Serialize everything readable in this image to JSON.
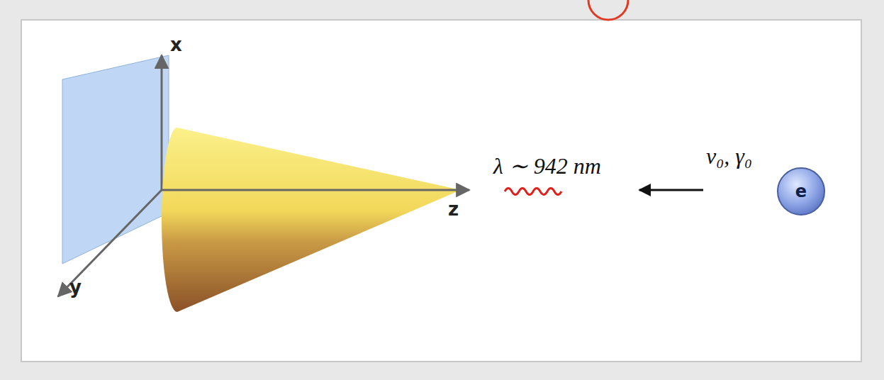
{
  "diagram": {
    "nodes": [
      {
        "text": [
          "e"
        ]
      }
    ],
    "labels": [
      "x",
      "y",
      "z",
      "λ ∼ 942 nm",
      "v₀, γ₀"
    ]
  }
}
